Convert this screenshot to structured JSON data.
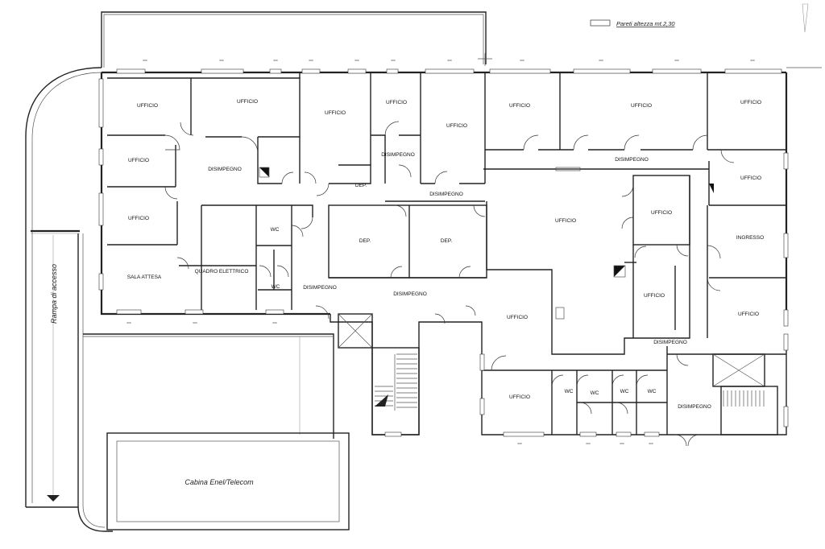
{
  "legend": {
    "label": "Pareti altezza mt.2,30"
  },
  "ramp": {
    "label": "Rampa di accesso"
  },
  "cabin": {
    "label": "Cabina Enel/Telecom"
  },
  "rooms": [
    "UFFICIO",
    "UFFICIO",
    "UFFICIO",
    "UFFICIO",
    "UFFICIO",
    "UFFICIO",
    "UFFICIO",
    "UFFICIO",
    "UFFICIO",
    "UFFICIO",
    "DISIMPEGNO",
    "DISIMPEGNO",
    "DISIMPEGNO",
    "DEP.",
    "DISIMPEGNO",
    "UFFICIO",
    "WC",
    "DEP.",
    "DEP.",
    "UFFICIO",
    "INGRESSO",
    "QUADRO ELETTRICO",
    "SALA ATTESA",
    "WC",
    "DISIMPEGNO",
    "DISIMPEGNO",
    "UFFICIO",
    "UFFICIO",
    "UFFICIO",
    "DISIMPEGNO",
    "UFFICIO",
    "WC",
    "WC",
    "WC",
    "WC",
    "DISIMPEGNO"
  ]
}
